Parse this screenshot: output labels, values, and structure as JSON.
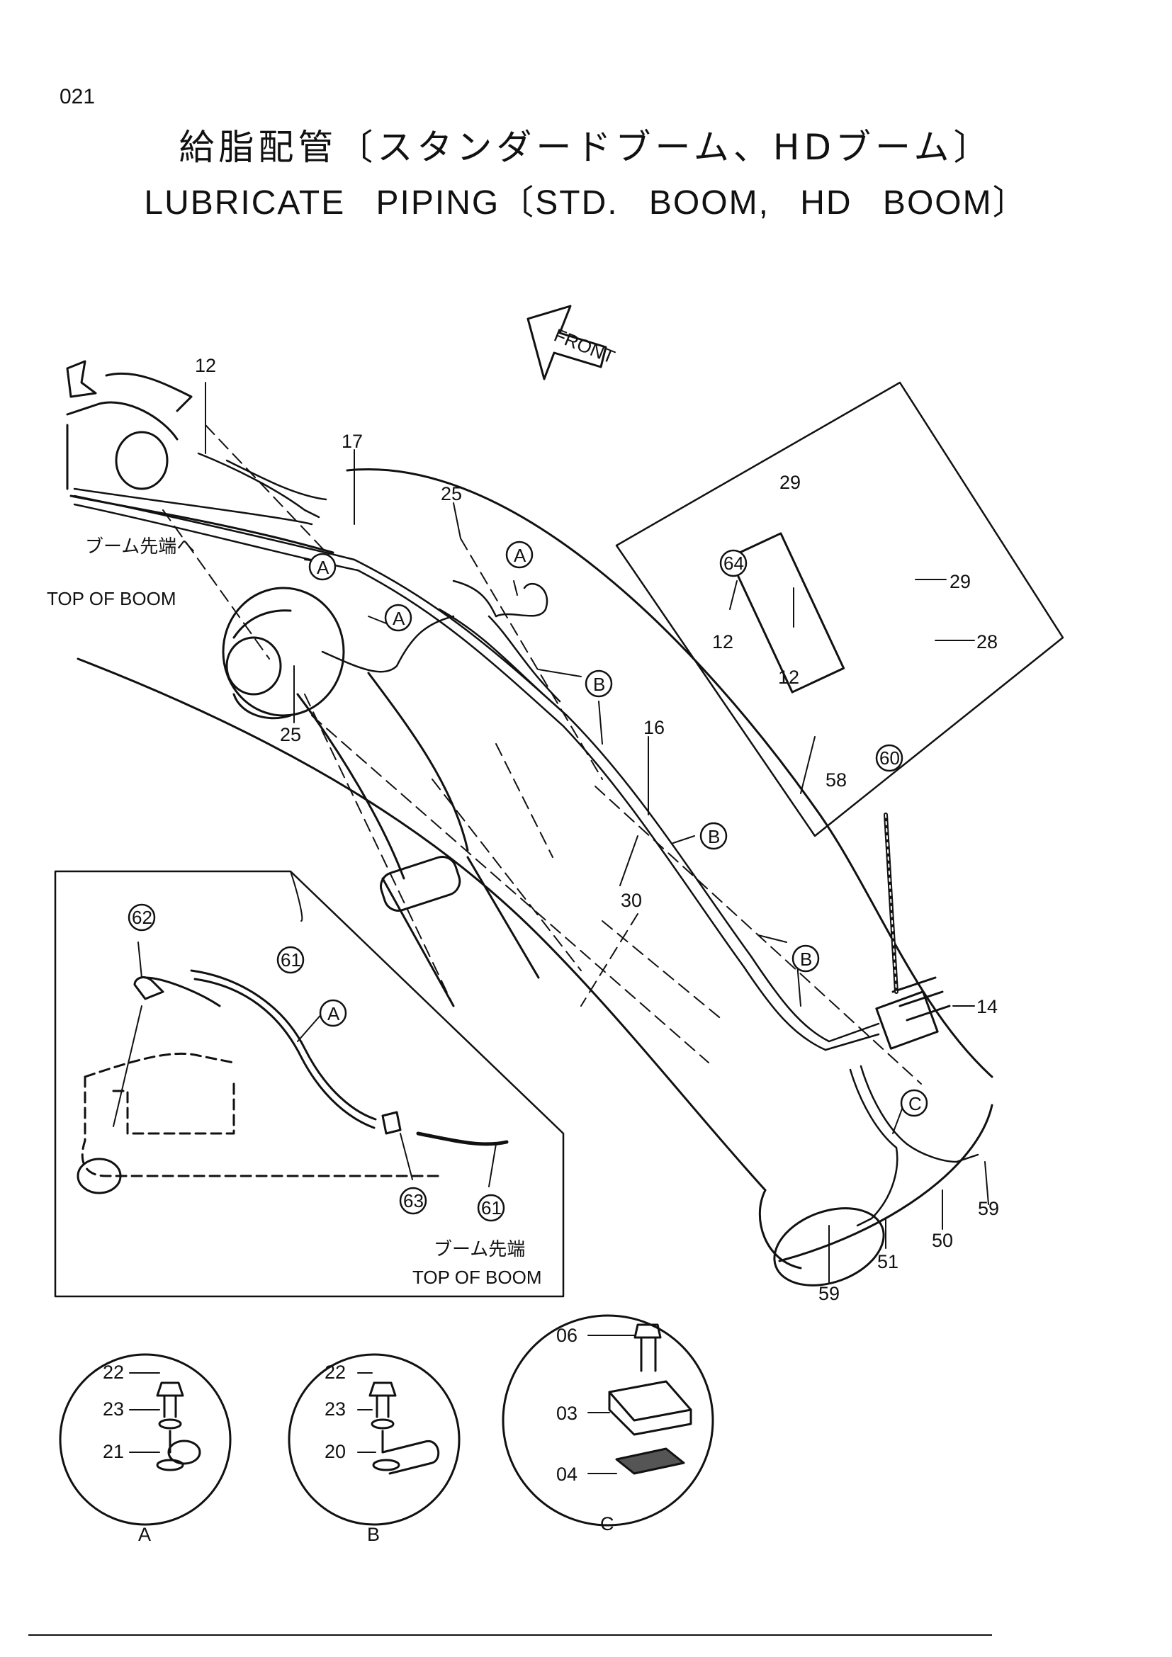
{
  "page_number": "021",
  "title_ja": "給脂配管〔スタンダードブーム、HDブーム〕",
  "title_en": "LUBRICATE PIPING〔STD. BOOM, HD BOOM〕",
  "front_arrow": "FRONT",
  "boom_tip_ja": "ブーム先端へ",
  "boom_tip_en": "TOP OF BOOM",
  "inset_tip_ja": "ブーム先端",
  "inset_tip_en": "TOP OF BOOM",
  "callouts": {
    "c12a": "12",
    "c17": "17",
    "c25a": "25",
    "c25b": "25",
    "c16": "16",
    "c30": "30",
    "c29a": "29",
    "c29b": "29",
    "c28": "28",
    "c12b": "12",
    "c12c": "12",
    "c58": "58",
    "c60": "60",
    "c64": "64",
    "c14": "14",
    "c59a": "59",
    "c59b": "59",
    "c50": "50",
    "c51": "51",
    "c62": "62",
    "c61a": "61",
    "c61b": "61",
    "c63": "63"
  },
  "markers": {
    "A": "A",
    "B": "B",
    "C": "C"
  },
  "details": {
    "A": {
      "label": "A",
      "parts": [
        "22",
        "23",
        "21"
      ]
    },
    "B": {
      "label": "B",
      "parts": [
        "22",
        "23",
        "20"
      ]
    },
    "C": {
      "label": "C",
      "parts": [
        "06",
        "03",
        "04"
      ]
    }
  }
}
